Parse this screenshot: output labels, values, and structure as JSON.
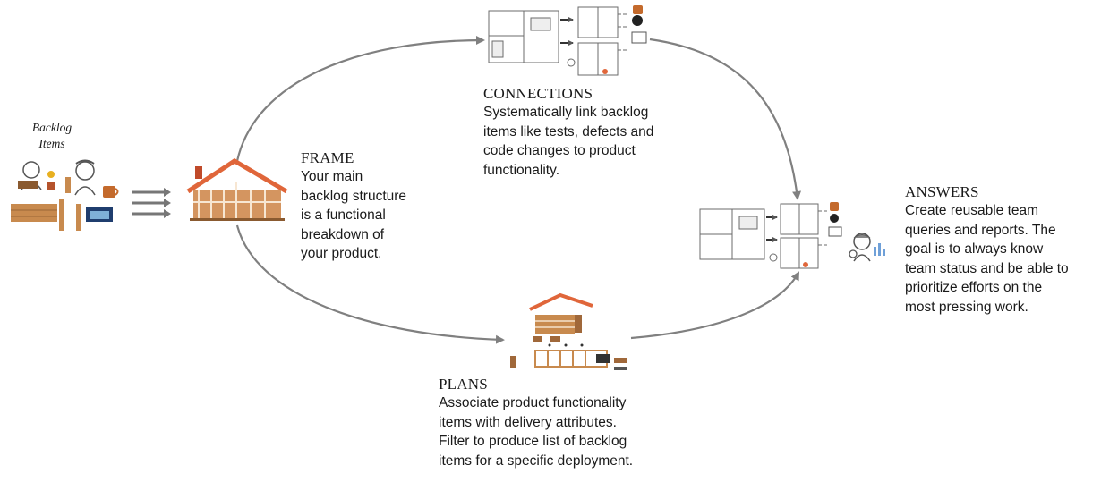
{
  "backlog": {
    "label": "Backlog\nItems"
  },
  "frame": {
    "title": "FRAME",
    "text": "Your main\nbacklog structure\nis a functional\nbreakdown of\nyour product."
  },
  "connections": {
    "title": "CONNECTIONS",
    "text": "Systematically link backlog\nitems like tests, defects and\ncode changes to product\nfunctionality."
  },
  "plans": {
    "title": "PLANS",
    "text": "Associate product functionality\nitems with delivery attributes.\nFilter to produce list of backlog\nitems  for a specific deployment."
  },
  "answers": {
    "title": "ANSWERS",
    "text": "Create reusable team\nqueries and reports.  The\ngoal is to always know\nteam status and  be able to\nprioritize efforts on the\nmost pressing work."
  },
  "colors": {
    "arrow": "#808080",
    "wood": "#c88a4e",
    "roof": "#e0663a",
    "plan_line": "#6b6b6b"
  }
}
